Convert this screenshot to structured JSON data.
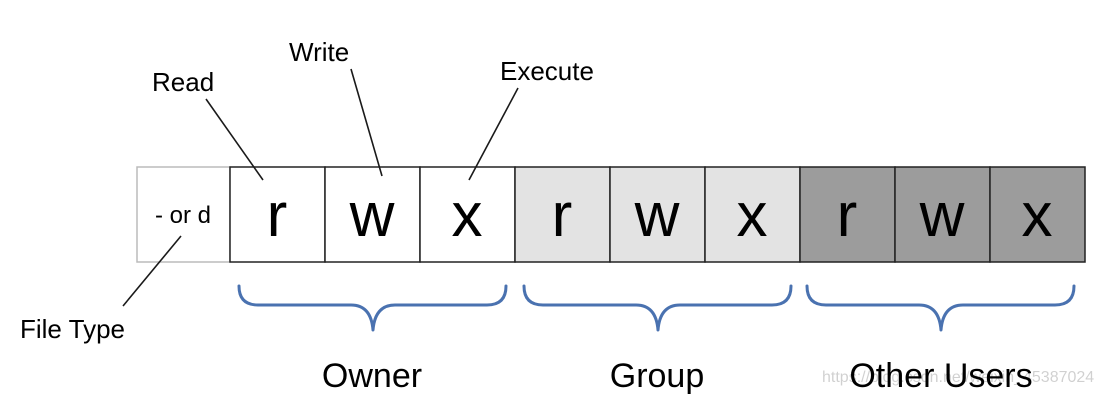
{
  "file_type_cell": {
    "text": "- or d",
    "fill": "#ffffff",
    "border": "#bbbbbb"
  },
  "permission_groups": [
    {
      "name": "Owner",
      "fill": "#ffffff",
      "cells": [
        "r",
        "w",
        "x"
      ]
    },
    {
      "name": "Group",
      "fill": "#e3e3e3",
      "cells": [
        "r",
        "w",
        "x"
      ]
    },
    {
      "name": "Other Users",
      "fill": "#9c9c9c",
      "cells": [
        "r",
        "w",
        "x"
      ]
    }
  ],
  "callouts": {
    "read": "Read",
    "write": "Write",
    "execute": "Execute",
    "file_type": "File Type"
  },
  "colors": {
    "cell_border": "#222222",
    "brace": "#4a72b0"
  },
  "watermark": "https://blog.csdn.net/weixin_45387024"
}
